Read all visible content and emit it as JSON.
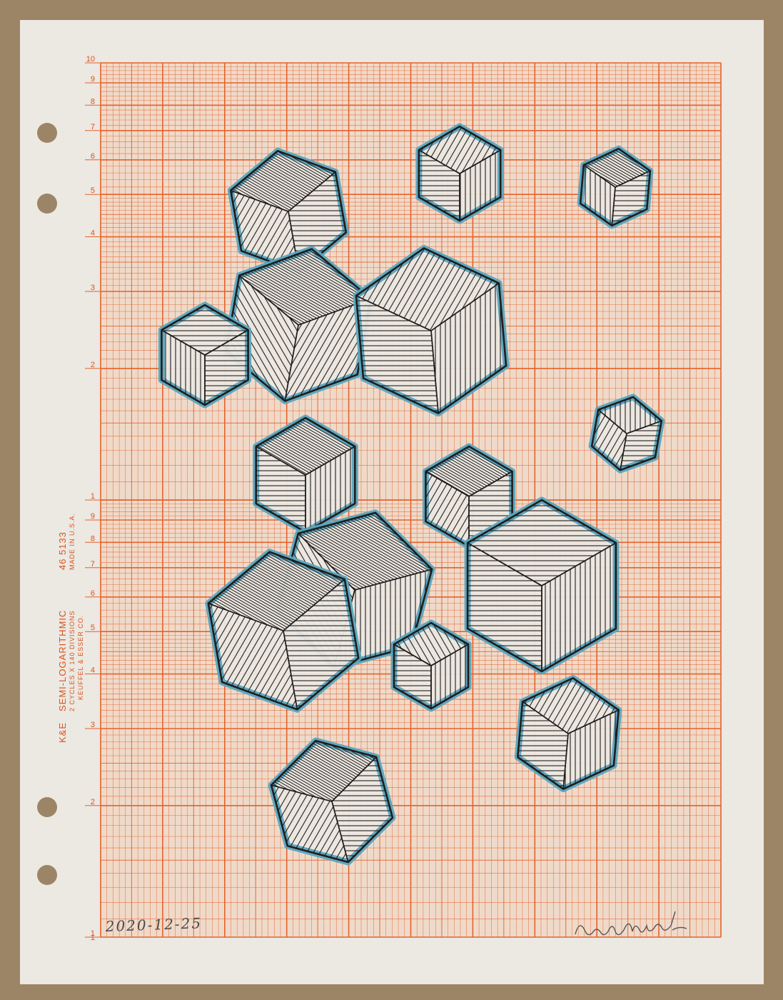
{
  "paper": {
    "imprint": {
      "title": "SEMI-LOGARITHMIC",
      "catalog_number": "46 5133",
      "divisions": "2 CYCLES X 140 DIVISIONS",
      "origin": "MADE IN U.S.A.",
      "maker": "KEUFFEL & ESSER CO.",
      "logo": "K&E"
    },
    "scale_labels": [
      "10",
      "9",
      "8",
      "7",
      "6",
      "5",
      "4",
      "3",
      "2",
      "1",
      "9",
      "8",
      "7",
      "6",
      "5",
      "4",
      "3",
      "2",
      "1"
    ],
    "cycles": 2,
    "log_scale": true
  },
  "handwriting": {
    "date": "2020-12-25",
    "signature": "Ari Weinkle"
  },
  "colors": {
    "background": "#9c8466",
    "paper": "#ece8e2",
    "grid": "#e5622a",
    "ink": "#1e1e1e",
    "halo": "#5aa6c0"
  },
  "drawing": {
    "subject": "hatched isometric cubes",
    "cube_count": 15
  }
}
